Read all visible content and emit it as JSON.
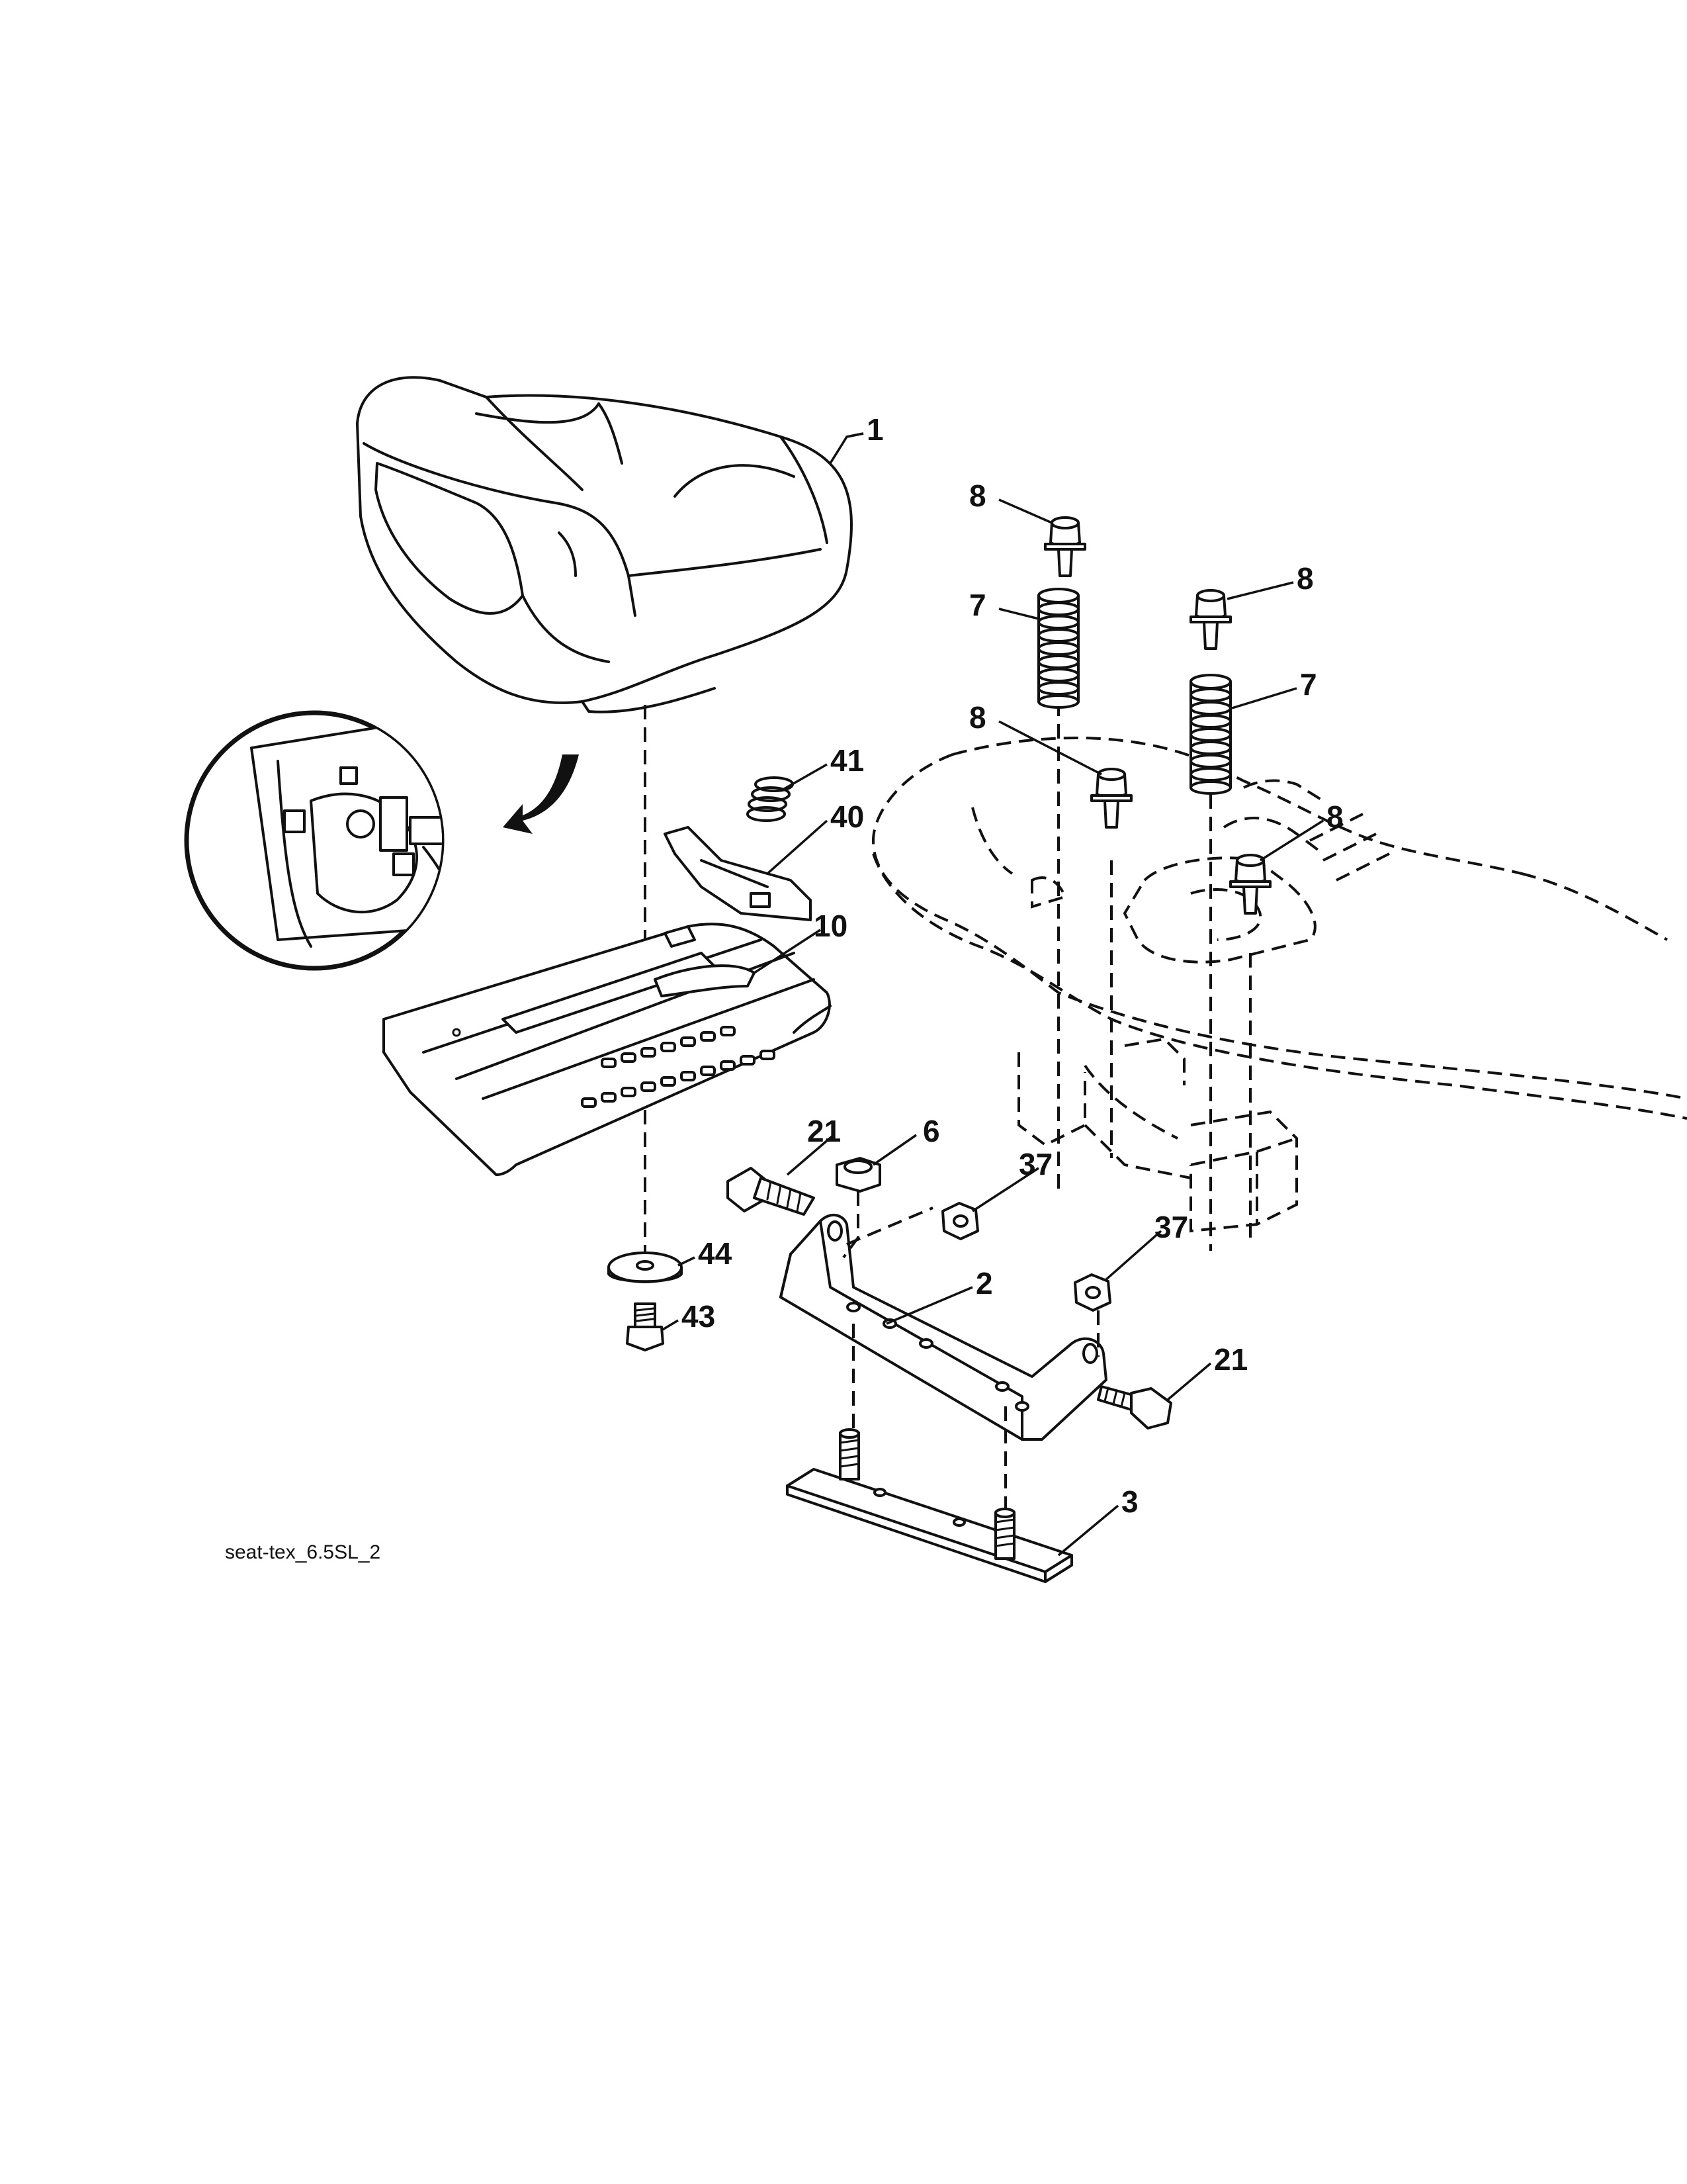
{
  "caption": "seat-tex_6.5SL_2",
  "callouts": {
    "seat": "1",
    "bracket": "2",
    "plate": "3",
    "nut_6": "6",
    "spring_left": "7",
    "spring_right": "7",
    "bolt_top_left": "8",
    "bolt_top_right": "8",
    "bolt_mid_left": "8",
    "bolt_mid_right": "8",
    "pan": "10",
    "bolt_21_left": "21",
    "bolt_21_right": "21",
    "nut_37_top": "37",
    "nut_37_bottom": "37",
    "clip": "40",
    "spring_small": "41",
    "bolt_43": "43",
    "washer_44": "44"
  }
}
